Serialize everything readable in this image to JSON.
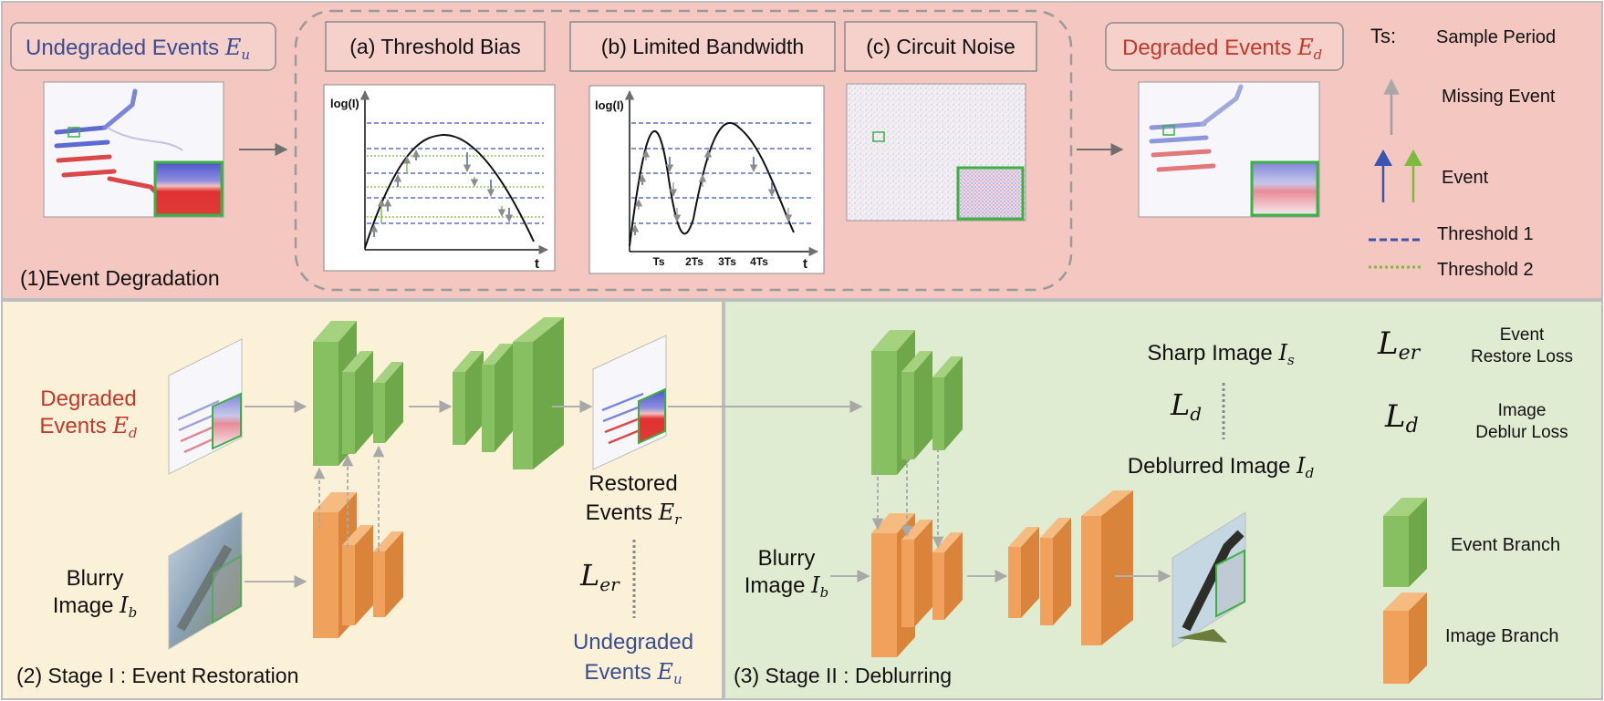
{
  "colors": {
    "degradation_bg": "#f4c7c1",
    "stage1_bg": "#fbf1d8",
    "stage2_bg": "#dfecd2",
    "degraded_red": "#c0392b",
    "undegraded_blue": "#3a4d8f",
    "event_green": "#7dbb5a",
    "image_orange": "#e8944a",
    "threshold1": "#3a55b0",
    "threshold2": "#7dbb3a",
    "missing_gray": "#a0a0a0"
  },
  "degradation": {
    "undegraded_label": "Undegraded Events",
    "undegraded_sym": "E",
    "undegraded_sub": "u",
    "tab_a": "(a) Threshold Bias",
    "tab_b": "(b) Limited Bandwidth",
    "tab_c": "(c) Circuit Noise",
    "degraded_label": "Degraded Events",
    "degraded_sym": "E",
    "degraded_sub": "d",
    "section_title": "(1)Event Degradation",
    "plot_a": {
      "ylabel": "log(I)",
      "xlabel": "t"
    },
    "plot_b": {
      "ylabel": "log(I)",
      "xlabel": "t",
      "ticks": [
        "Ts",
        "2Ts",
        "3Ts",
        "4Ts"
      ]
    }
  },
  "legend_top": {
    "ts_key": "Ts:",
    "ts_value": "Sample Period",
    "missing": "Missing Event",
    "event": "Event",
    "threshold1": "Threshold 1",
    "threshold2": "Threshold 2"
  },
  "stage1": {
    "title": "(2) Stage I : Event Restoration",
    "degraded_line1": "Degraded",
    "degraded_line2": "Events",
    "degraded_sym": "E",
    "degraded_sub": "d",
    "blurry_line1": "Blurry",
    "blurry_line2": "Image",
    "blurry_sym": "I",
    "blurry_sub": "b",
    "restored_line1": "Restored",
    "restored_line2": "Events",
    "restored_sym": "E",
    "restored_sub": "r",
    "loss_sym": "L",
    "loss_sub": "er",
    "undegraded_line1": "Undegraded",
    "undegraded_line2": "Events",
    "undegraded_sym": "E",
    "undegraded_sub": "u"
  },
  "stage2": {
    "title": "(3) Stage II : Deblurring",
    "sharp_label": "Sharp Image",
    "sharp_sym": "I",
    "sharp_sub": "s",
    "loss_sym": "L",
    "loss_sub": "d",
    "deblurred_label": "Deblurred Image",
    "deblurred_sym": "I",
    "deblurred_sub": "d",
    "blurry_line1": "Blurry",
    "blurry_line2": "Image",
    "blurry_sym": "I",
    "blurry_sub": "b"
  },
  "legend_bottom": {
    "ler_sym": "L",
    "ler_sub": "er",
    "ler_line1": "Event",
    "ler_line2": "Restore Loss",
    "ld_sym": "L",
    "ld_sub": "d",
    "ld_line1": "Image",
    "ld_line2": "Deblur Loss",
    "event_branch": "Event Branch",
    "image_branch": "Image Branch"
  }
}
